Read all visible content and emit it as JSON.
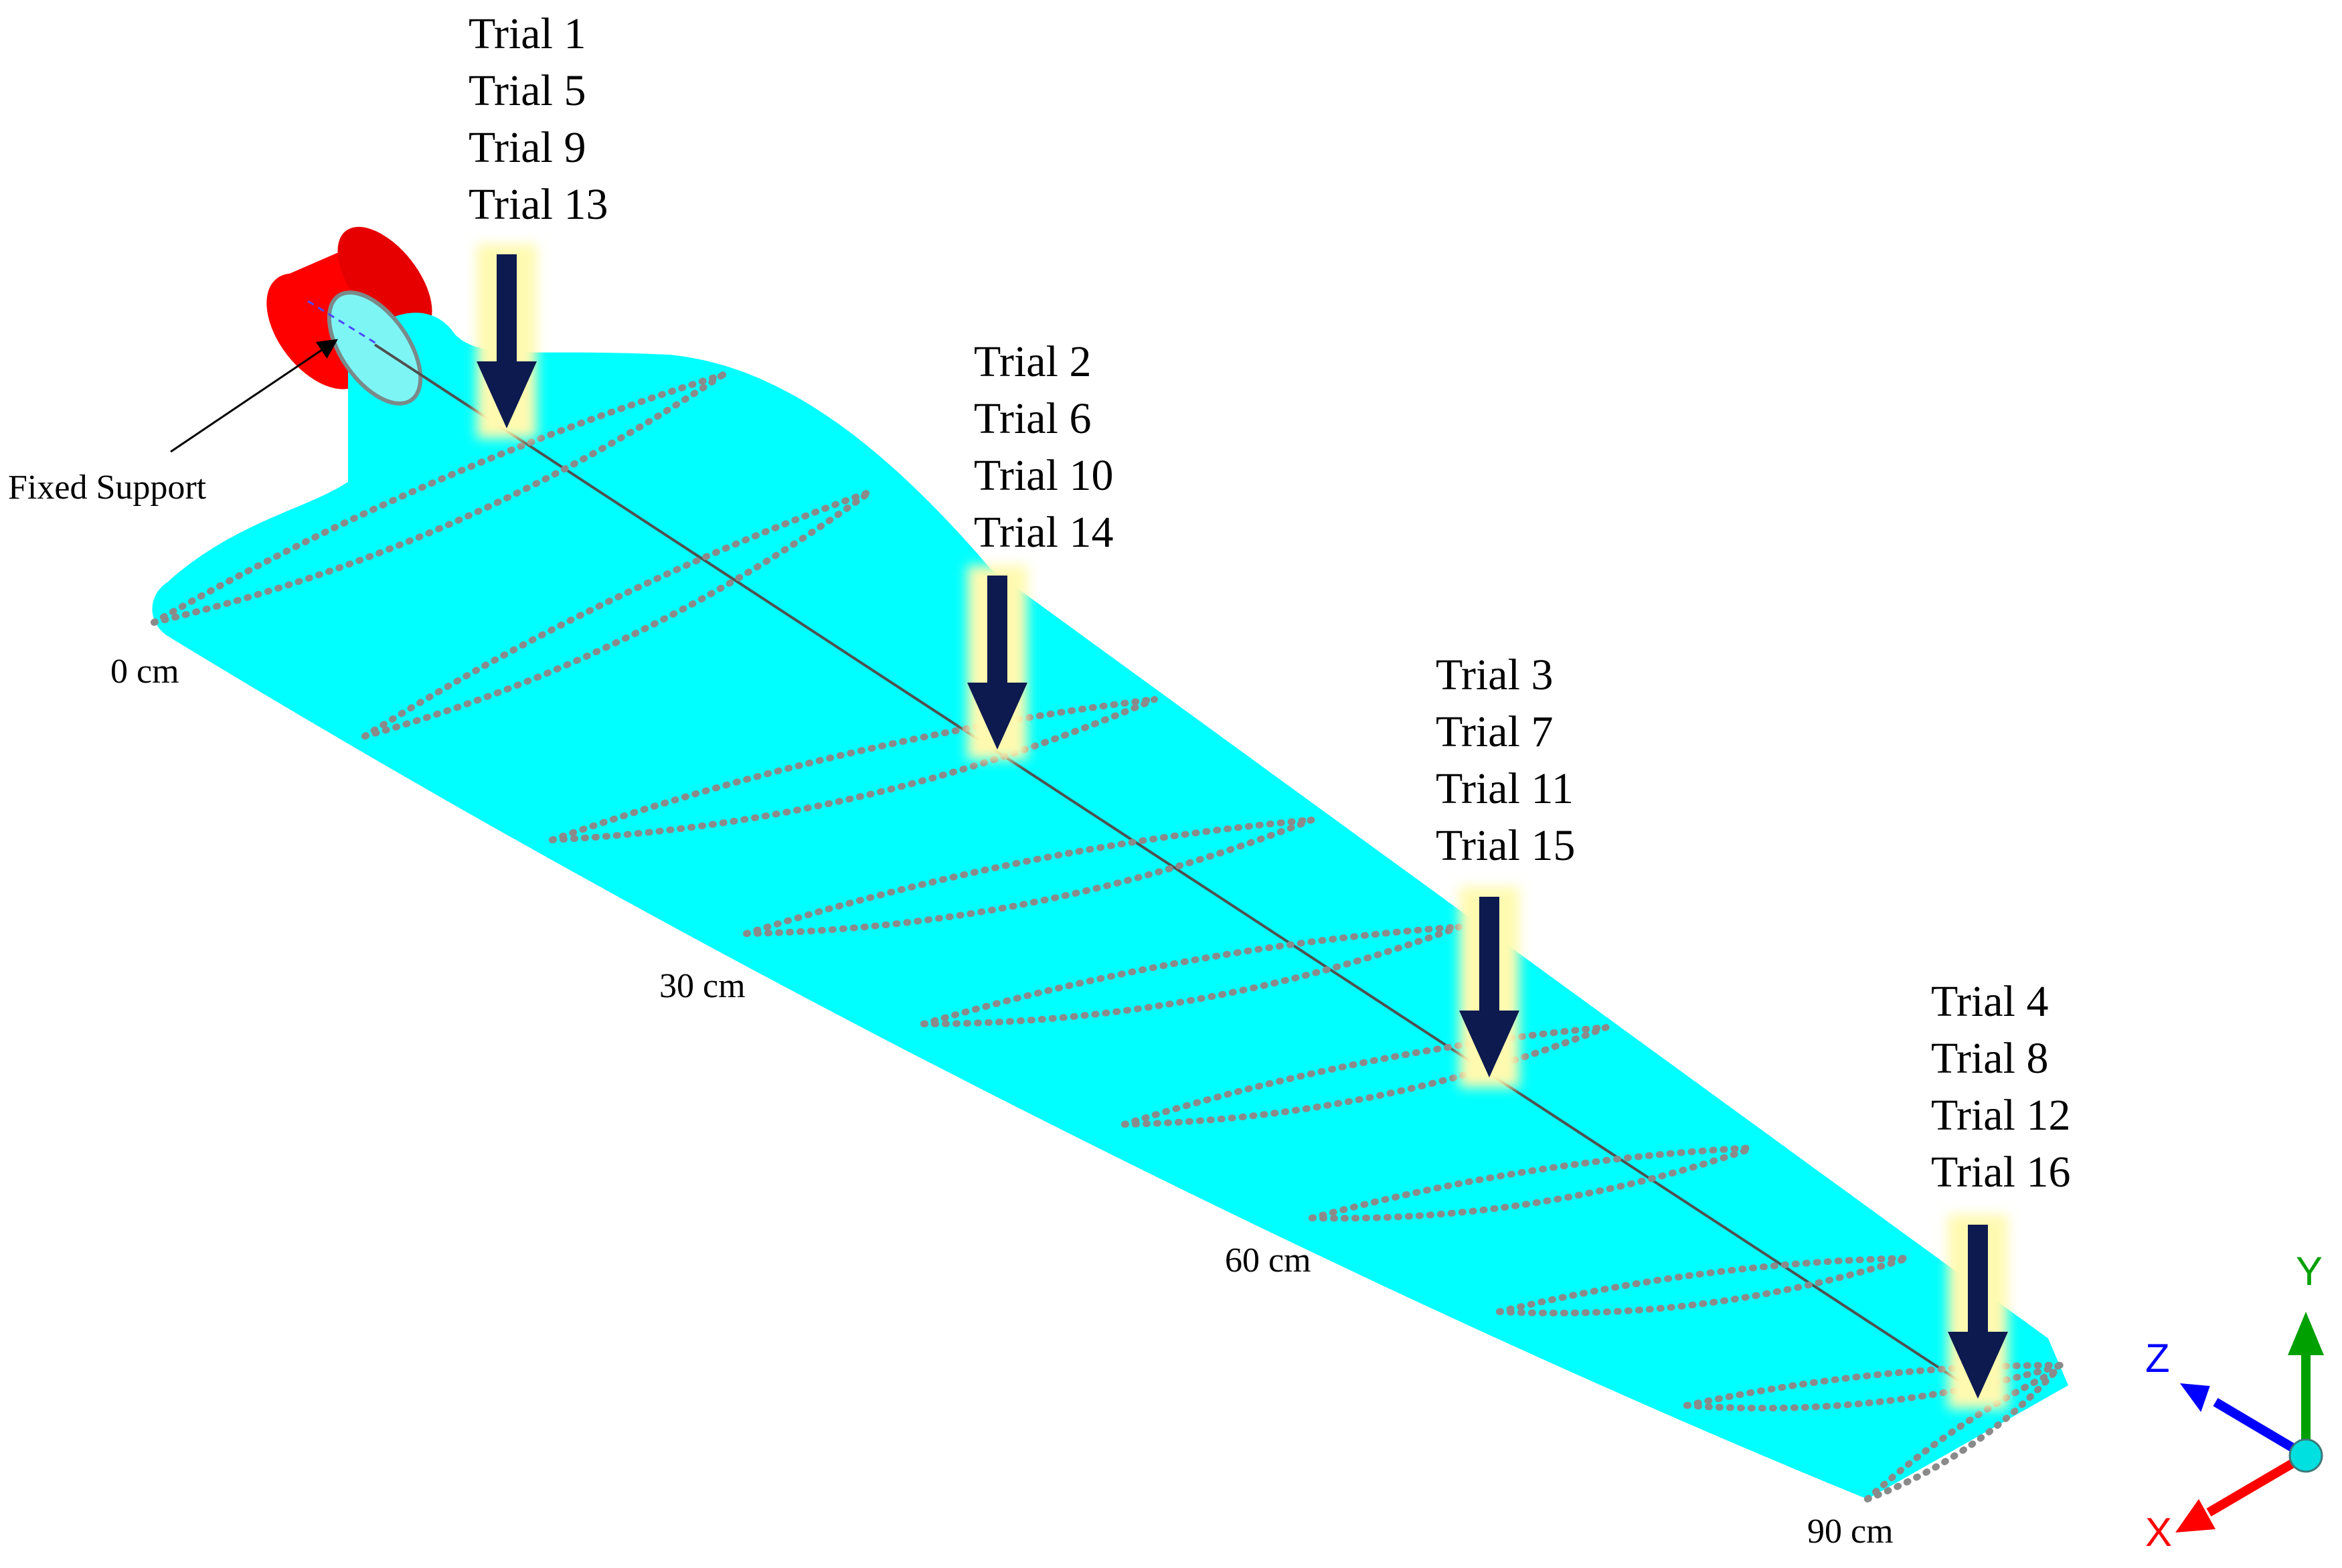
{
  "support_label": "Fixed Support",
  "distance_labels": [
    "0 cm",
    "30 cm",
    "60 cm",
    "90 cm"
  ],
  "load_groups": [
    {
      "trials": [
        "Trial 1",
        "Trial 5",
        "Trial 9",
        "Trial 13"
      ]
    },
    {
      "trials": [
        "Trial 2",
        "Trial 6",
        "Trial 10",
        "Trial 14"
      ]
    },
    {
      "trials": [
        "Trial 3",
        "Trial 7",
        "Trial 11",
        "Trial 15"
      ]
    },
    {
      "trials": [
        "Trial 4",
        "Trial 8",
        "Trial 12",
        "Trial 16"
      ]
    }
  ],
  "axes": {
    "x": "X",
    "y": "Y",
    "z": "Z"
  },
  "colors": {
    "blade": "#00ffff",
    "support_cylinder": "#ff0000",
    "section_curves": "#8a8a8a",
    "load_arrow": "#0c1a4f",
    "arrow_glow": "#fffab0",
    "axis_x": "#ff0000",
    "axis_y": "#00a000",
    "axis_z": "#0000ff"
  }
}
